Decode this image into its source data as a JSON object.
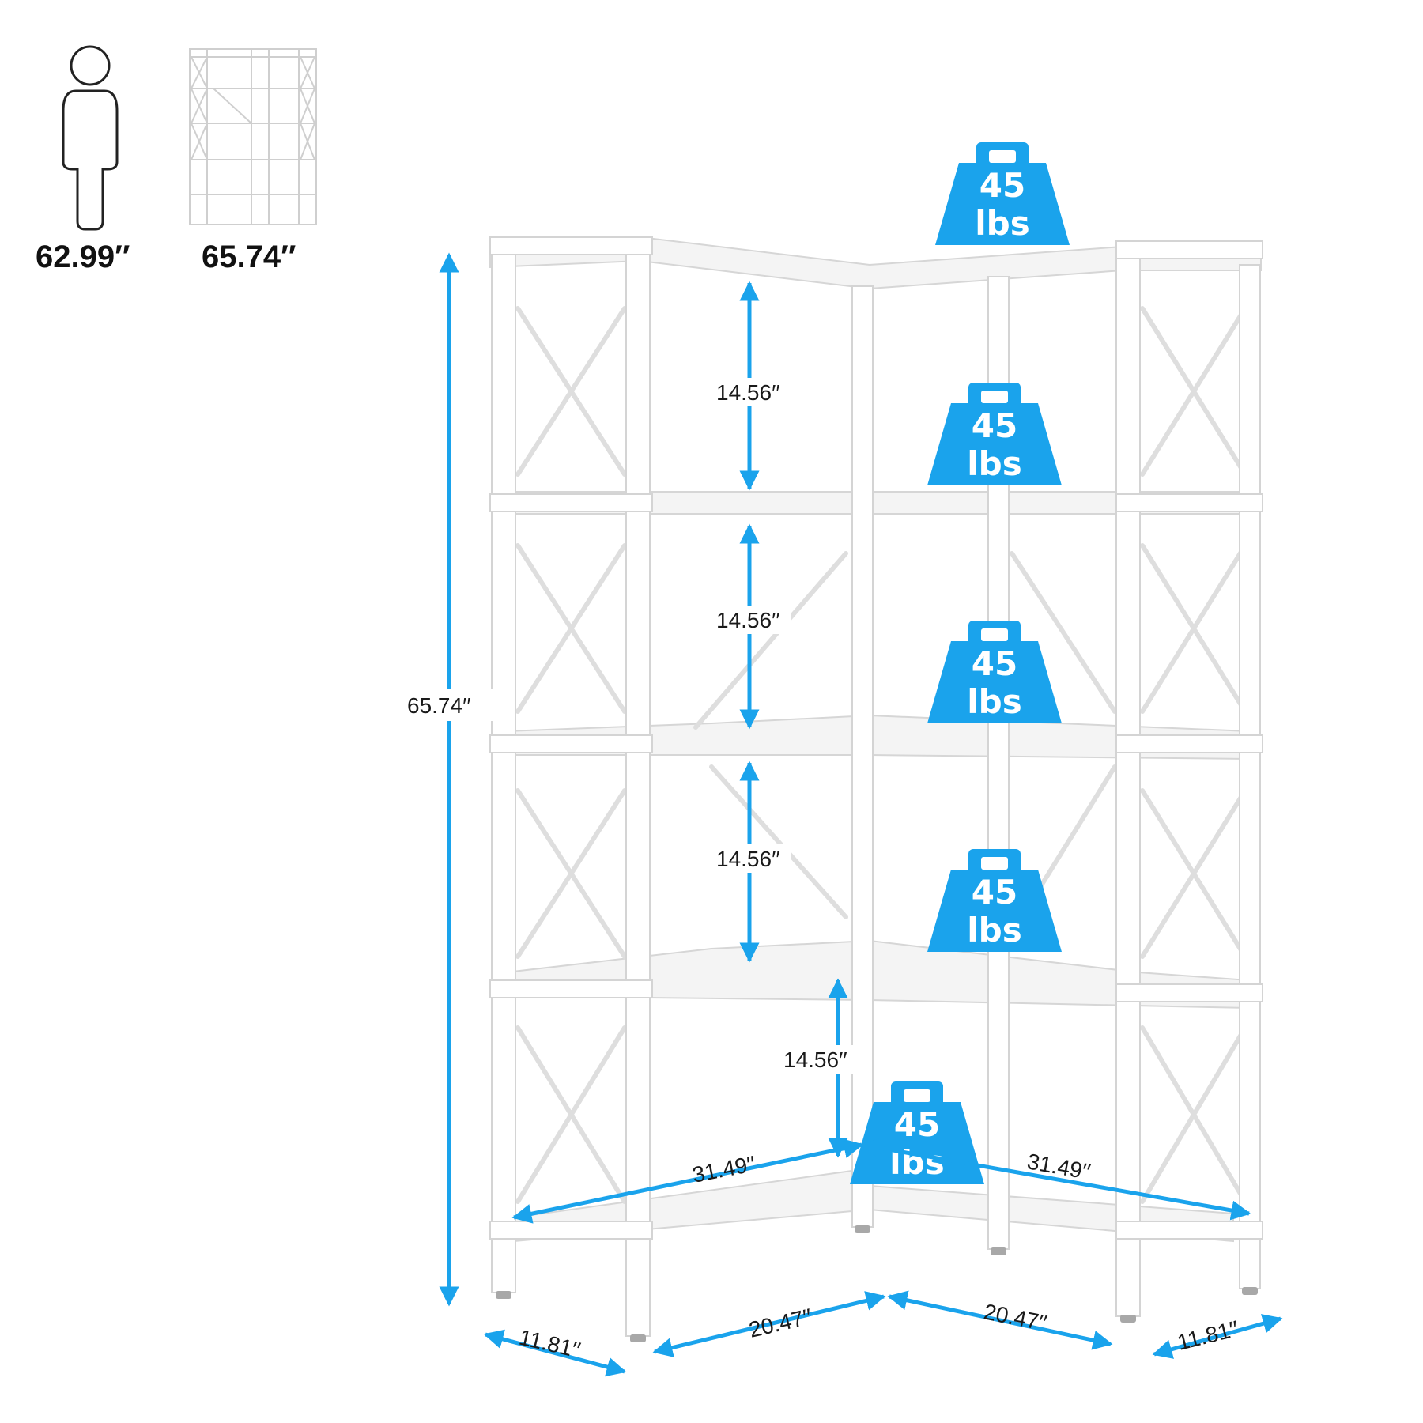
{
  "colors": {
    "accent": "#1aa3ec",
    "frame": "#ffffff",
    "frame_edge": "#d4d4d4",
    "shelf": "#f5f5f5",
    "text": "#1a1a1a"
  },
  "comparison": {
    "person_label": "62.99′′",
    "shelf_label": "65.74′′"
  },
  "dimensions": {
    "total_height": "65.74′′",
    "tier_gap_1": "14.56′′",
    "tier_gap_2": "14.56′′",
    "tier_gap_3": "14.56′′",
    "tier_gap_4": "14.56′′",
    "width_left": "31.49′′",
    "width_right": "31.49′′",
    "base_left": "20.47′′",
    "base_right": "20.47′′",
    "depth_left": "11.81′′",
    "depth_right": "11.81′′"
  },
  "weights": [
    {
      "value": "45",
      "unit": "lbs"
    },
    {
      "value": "45",
      "unit": "lbs"
    },
    {
      "value": "45",
      "unit": "lbs"
    },
    {
      "value": "45",
      "unit": "lbs"
    },
    {
      "value": "45",
      "unit": "lbs"
    }
  ],
  "icons": [
    "person-icon",
    "shelf-thumbnail-icon",
    "weight-icon"
  ]
}
